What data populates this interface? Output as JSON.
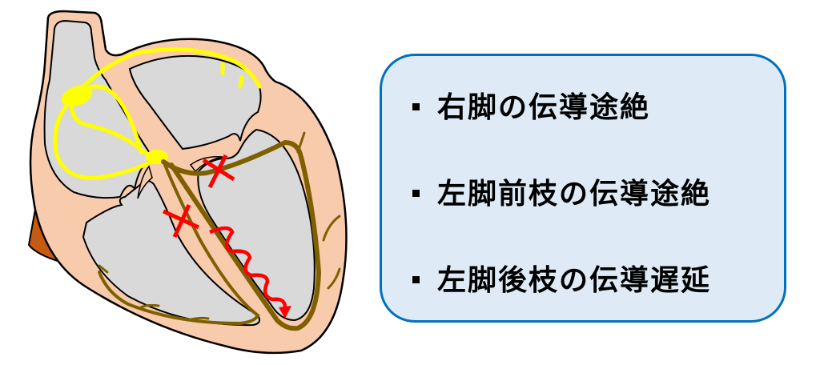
{
  "diagram": {
    "title": "Heart conduction system - bifascicular block with delay",
    "colors": {
      "myocardium": "#F8CBAD",
      "chamber": "#D9D9D9",
      "outline": "#000000",
      "sa_av_nodes": "#FFFF00",
      "bundle_branches": "#7F6000",
      "vessel": "#C55A11",
      "block_marks": "#FF0000",
      "box_fill": "#DEEBF7",
      "box_border": "#0070C0"
    },
    "markers": [
      {
        "type": "cross",
        "label": "right-bundle-block"
      },
      {
        "type": "cross",
        "label": "left-anterior-fascicle-block"
      },
      {
        "type": "wavy-arrow",
        "label": "left-posterior-fascicle-delay"
      }
    ]
  },
  "info_box": {
    "items": [
      {
        "label": "右脚の伝導途絶"
      },
      {
        "label": "左脚前枝の伝導途絶"
      },
      {
        "label": "左脚後枝の伝導遅延"
      }
    ]
  }
}
